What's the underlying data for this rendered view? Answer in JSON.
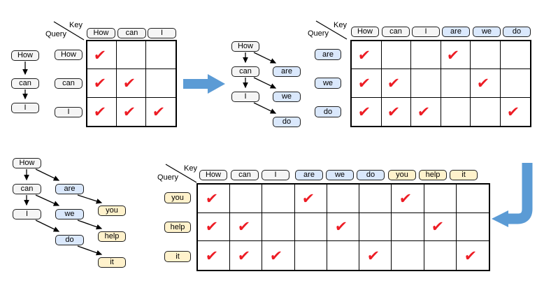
{
  "labels": {
    "key": "Key",
    "query": "Query"
  },
  "glyphs": {
    "check": "✔"
  },
  "colors": {
    "gray": "#f5f5f5",
    "blue": "#dae8fc",
    "yellow": "#fff2cc",
    "border": "#1f1f1f",
    "line": "#000000",
    "check": "#ed1c24",
    "flow_arrow": "#5b9bd5"
  },
  "step1": {
    "chain": [
      "How",
      "can",
      "I"
    ],
    "table": {
      "col_headers": [
        {
          "label": "How",
          "color": "gray"
        },
        {
          "label": "can",
          "color": "gray"
        },
        {
          "label": "I",
          "color": "gray"
        }
      ],
      "row_headers": [
        {
          "label": "How",
          "color": "gray"
        },
        {
          "label": "can",
          "color": "gray"
        },
        {
          "label": "I",
          "color": "gray"
        }
      ],
      "checks": [
        [
          1,
          0,
          0
        ],
        [
          1,
          1,
          0
        ],
        [
          1,
          1,
          1
        ]
      ]
    }
  },
  "step2": {
    "tree": {
      "main": [
        "How",
        "can",
        "I"
      ],
      "new": [
        "are",
        "we",
        "do"
      ]
    },
    "table": {
      "col_headers": [
        {
          "label": "How",
          "color": "gray"
        },
        {
          "label": "can",
          "color": "gray"
        },
        {
          "label": "I",
          "color": "gray"
        },
        {
          "label": "are",
          "color": "blue"
        },
        {
          "label": "we",
          "color": "blue"
        },
        {
          "label": "do",
          "color": "blue"
        }
      ],
      "row_headers": [
        {
          "label": "are",
          "color": "blue"
        },
        {
          "label": "we",
          "color": "blue"
        },
        {
          "label": "do",
          "color": "blue"
        }
      ],
      "checks": [
        [
          1,
          0,
          0,
          1,
          0,
          0
        ],
        [
          1,
          1,
          0,
          0,
          1,
          0
        ],
        [
          1,
          1,
          1,
          0,
          0,
          1
        ]
      ]
    }
  },
  "step3": {
    "tree": {
      "main": [
        "How",
        "can",
        "I"
      ],
      "second": [
        "are",
        "we",
        "do"
      ],
      "new": [
        "you",
        "help",
        "it"
      ]
    },
    "table": {
      "col_headers": [
        {
          "label": "How",
          "color": "gray"
        },
        {
          "label": "can",
          "color": "gray"
        },
        {
          "label": "I",
          "color": "gray"
        },
        {
          "label": "are",
          "color": "blue"
        },
        {
          "label": "we",
          "color": "blue"
        },
        {
          "label": "do",
          "color": "blue"
        },
        {
          "label": "you",
          "color": "yellow"
        },
        {
          "label": "help",
          "color": "yellow"
        },
        {
          "label": "it",
          "color": "yellow"
        }
      ],
      "row_headers": [
        {
          "label": "you",
          "color": "yellow"
        },
        {
          "label": "help",
          "color": "yellow"
        },
        {
          "label": "it",
          "color": "yellow"
        }
      ],
      "checks": [
        [
          1,
          0,
          0,
          1,
          0,
          0,
          1,
          0,
          0
        ],
        [
          1,
          1,
          0,
          0,
          1,
          0,
          0,
          1,
          0
        ],
        [
          1,
          1,
          1,
          0,
          0,
          1,
          0,
          0,
          1
        ]
      ]
    }
  }
}
